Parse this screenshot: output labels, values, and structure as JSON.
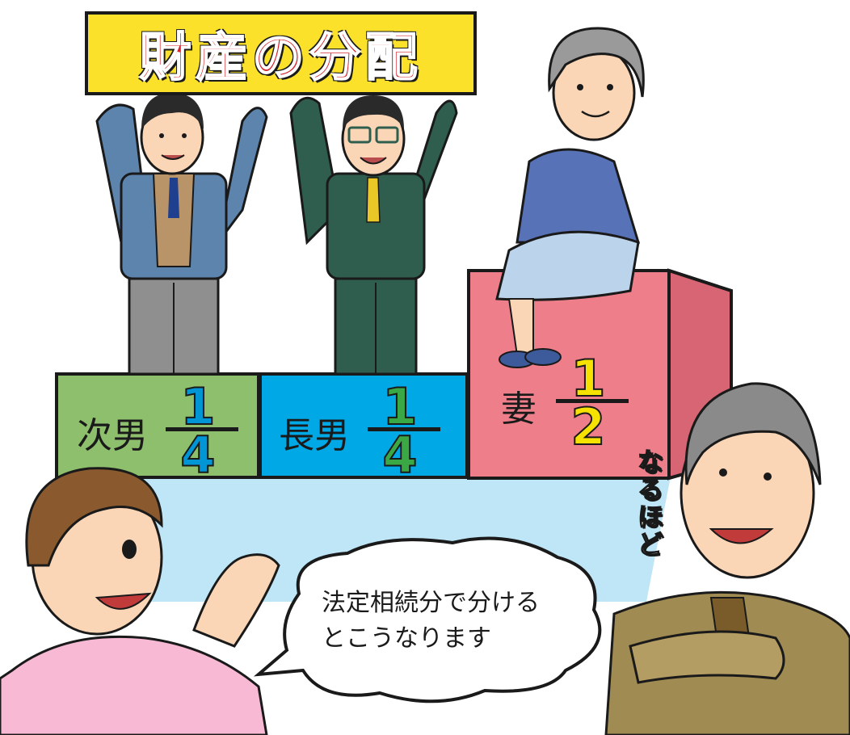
{
  "sign": {
    "title": "財産の分配"
  },
  "blocks": {
    "second_son": {
      "label": "次男",
      "numerator": "1",
      "denominator": "4"
    },
    "eldest_son": {
      "label": "長男",
      "numerator": "1",
      "denominator": "4"
    },
    "wife": {
      "label": "妻",
      "numerator": "1",
      "denominator": "2"
    }
  },
  "speech": {
    "line1": "法定相続分で分ける",
    "line2": "とこうなります"
  },
  "exclamation": "なるほど",
  "colors": {
    "sign_bg": "#fbe12a",
    "title_red": "#d4232b",
    "green_block": "#8dbf6c",
    "blue_block": "#00a8e6",
    "pink_block": "#ee7f8a",
    "floor_blue": "#bfe6f6",
    "num_blue": "#0096d6",
    "num_green": "#3aa845",
    "num_yellow": "#f6e200"
  }
}
